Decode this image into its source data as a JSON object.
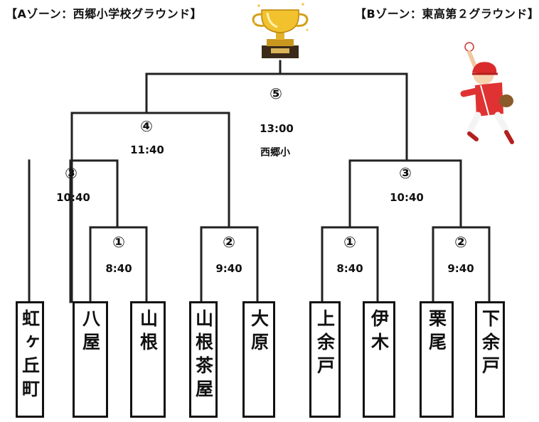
{
  "zones": {
    "a": "【Aゾーン：西郷小学校グラウンド】",
    "b": "【Bゾーン：東高第２グラウンド】"
  },
  "teams": [
    "虹ヶ丘町",
    "八屋",
    "山根",
    "山根茶屋",
    "大原",
    "上余戸",
    "伊木",
    "栗尾",
    "下余戸"
  ],
  "matches": [
    {
      "number": "①",
      "time": "8:40"
    },
    {
      "number": "②",
      "time": "9:40"
    },
    {
      "number": "③",
      "time": "10:40"
    },
    {
      "number": "④",
      "time": "11:40"
    },
    {
      "number": "①",
      "time": "8:40"
    },
    {
      "number": "②",
      "time": "9:40"
    },
    {
      "number": "③",
      "time": "10:40"
    },
    {
      "number": "⑤",
      "time": "13:00",
      "venue": "西郷小"
    }
  ],
  "icons": {
    "trophy": "trophy-icon",
    "player": "baseball-pitcher-icon"
  }
}
